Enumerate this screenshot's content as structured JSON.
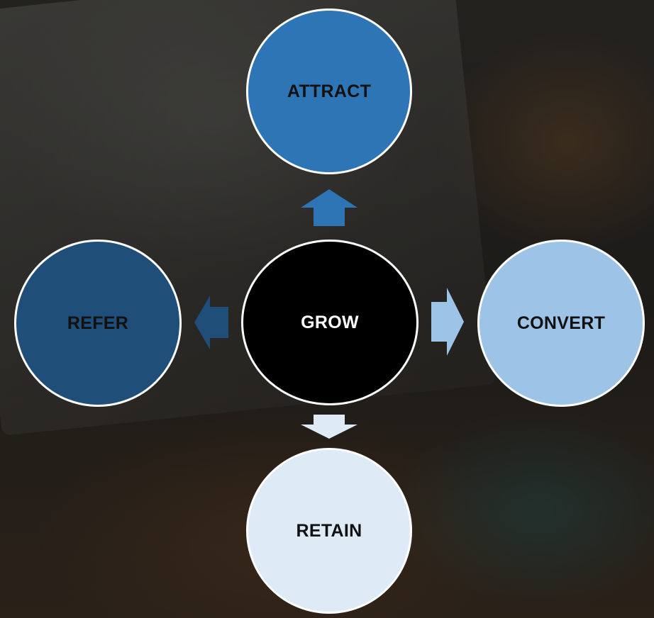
{
  "diagram": {
    "center": {
      "label": "GROW",
      "color": "#000000",
      "text_color": "#ffffff"
    },
    "nodes": {
      "top": {
        "label": "ATTRACT",
        "color": "#2e75b6",
        "text_color": "#111111"
      },
      "right": {
        "label": "CONVERT",
        "color": "#9dc3e6",
        "text_color": "#111111"
      },
      "bottom": {
        "label": "RETAIN",
        "color": "#deebf7",
        "text_color": "#111111"
      },
      "left": {
        "label": "REFER",
        "color": "#1f4e79",
        "text_color": "#111111"
      }
    },
    "arrows": {
      "up": {
        "color": "#2e75b6"
      },
      "right": {
        "color": "#9dc3e6"
      },
      "down": {
        "color": "#deebf7"
      },
      "left": {
        "color": "#1f4e79"
      }
    }
  }
}
